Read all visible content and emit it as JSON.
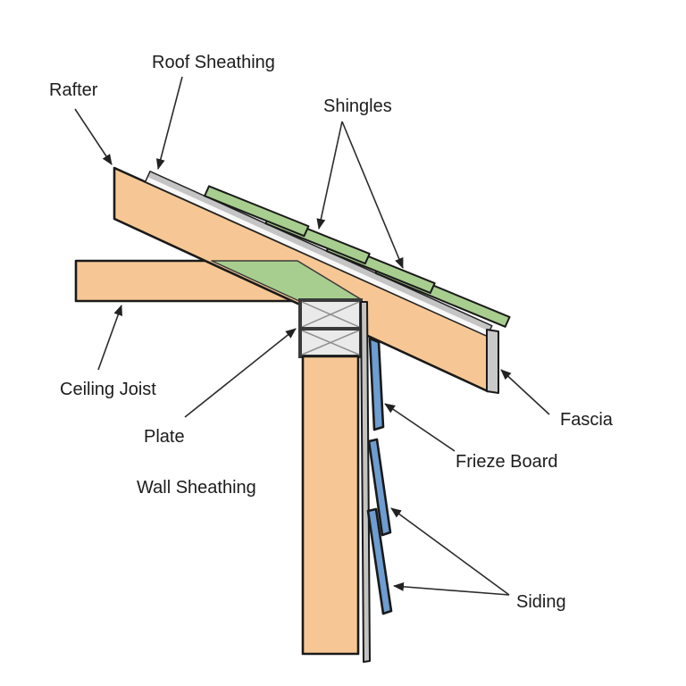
{
  "figure": {
    "type": "construction-eave-section-diagram",
    "parts": [
      "Rafter",
      "Roof Sheathing",
      "Shingles",
      "Ceiling Joist",
      "Plate",
      "Wall Sheathing",
      "Fascia",
      "Frieze Board",
      "Siding"
    ]
  },
  "labels": {
    "rafter": "Rafter",
    "roof_sheathing": "Roof Sheathing",
    "shingles": "Shingles",
    "ceiling_joist": "Ceiling Joist",
    "plate": "Plate",
    "wall_sheathing": "Wall Sheathing",
    "fascia": "Fascia",
    "frieze_board": "Frieze Board",
    "siding": "Siding"
  },
  "colors": {
    "background": "#FFFFFF",
    "wood": "#F6C794",
    "shingle": "#A8CE8F",
    "roof_plane": "#A8CE8F",
    "siding": "#6D9DD1",
    "sheathing_white": "#F8F8F8",
    "sheathing_gray": "#C4C4C4",
    "wall_sheathing": "#C3C3C3",
    "plate_fill": "#EAEAEA",
    "fascia": "#C9C9C9",
    "outline": "#1A1A1A",
    "arrow": "#2B2B2B",
    "text": "#1C1C1C"
  }
}
